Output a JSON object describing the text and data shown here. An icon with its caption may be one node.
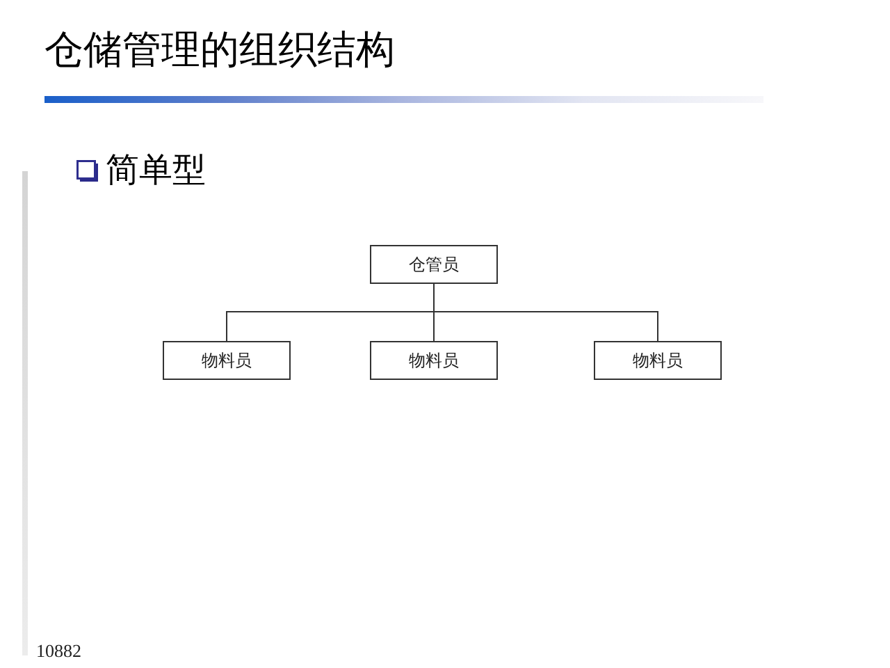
{
  "diagram": {
    "title": "仓储管理的组织结构",
    "nodes": [
      {
        "text": [
          "仓管员"
        ]
      },
      {
        "text": [
          "物料员"
        ]
      },
      {
        "text": [
          "物料员"
        ]
      },
      {
        "text": [
          "物料员"
        ]
      }
    ],
    "edges": [
      {
        "from": 0,
        "to": 1,
        "arrow": "none"
      },
      {
        "from": 0,
        "to": 2,
        "arrow": "none"
      },
      {
        "from": 0,
        "to": 3,
        "arrow": "none"
      }
    ],
    "labels": [
      "简单型",
      "10882"
    ]
  }
}
